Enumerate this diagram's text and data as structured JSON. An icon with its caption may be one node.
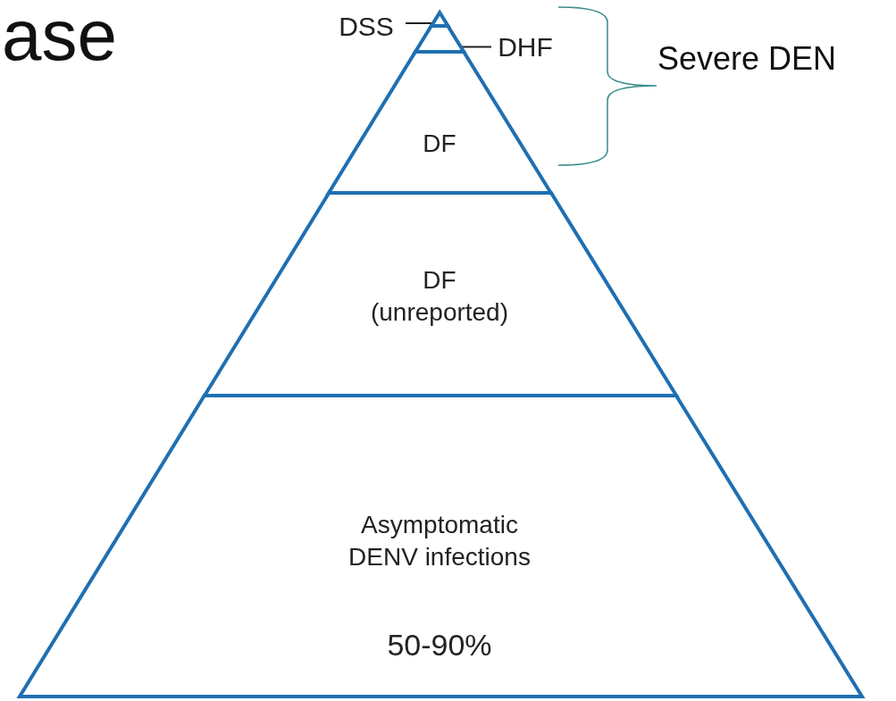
{
  "diagram": {
    "nodes": [
      {
        "text": [
          "DSS"
        ]
      },
      {
        "text": [],
        "shape": "triangle"
      },
      {
        "text": [
          "DHF"
        ]
      },
      {
        "text": [],
        "shape": "band"
      },
      {
        "text": [
          "DF"
        ]
      },
      {
        "text": [
          "DF (unreported)"
        ]
      },
      {
        "text": [
          "Asymptomatic DENV infections",
          "50-90%"
        ]
      }
    ],
    "edges": [
      {
        "from": 0,
        "to": 1,
        "arrow": "none"
      },
      {
        "from": 2,
        "to": 3,
        "arrow": "none"
      }
    ],
    "labels": [
      "ase",
      "Severe DEN"
    ]
  }
}
